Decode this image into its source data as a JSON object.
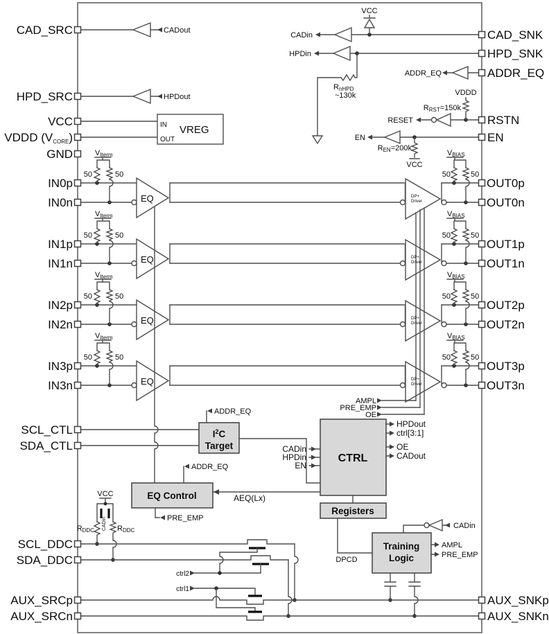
{
  "pins": {
    "cad_src": "CAD_SRC",
    "hpd_src": "HPD_SRC",
    "vcc": "VCC",
    "vddd_pre": "VDDD (V",
    "vddd_sub": "CORE",
    "vddd_post": ")",
    "gnd": "GND",
    "scl_ctl": "SCL_CTL",
    "sda_ctl": "SDA_CTL",
    "scl_ddc": "SCL_DDC",
    "sda_ddc": "SDA_DDC",
    "aux_srcp": "AUX_SRCp",
    "aux_srcn": "AUX_SRCn",
    "cad_snk": "CAD_SNK",
    "hpd_snk": "HPD_SNK",
    "addr_eq": "ADDR_EQ",
    "rstn": "RSTN",
    "en": "EN",
    "aux_snkp": "AUX_SNKp",
    "aux_snkn": "AUX_SNKn"
  },
  "lanes": [
    {
      "inp": "IN0p",
      "inn": "IN0n",
      "outp": "OUT0p",
      "outn": "OUT0n"
    },
    {
      "inp": "IN1p",
      "inn": "IN1n",
      "outp": "OUT1p",
      "outn": "OUT1n"
    },
    {
      "inp": "IN2p",
      "inn": "IN2n",
      "outp": "OUT2p",
      "outn": "OUT2n"
    },
    {
      "inp": "IN3p",
      "inn": "IN3n",
      "outp": "OUT3p",
      "outn": "OUT3n"
    }
  ],
  "blocks": {
    "vreg": "VREG",
    "vreg_in": "IN",
    "vreg_out": "OUT",
    "i2c_i": "I",
    "i2c_sup": "2",
    "i2c_c": "C",
    "i2c_target": "Target",
    "eq_control": "EQ Control",
    "ctrl": "CTRL",
    "registers": "Registers",
    "training_1": "Training",
    "training_2": "Logic",
    "eq": "EQ",
    "drv_1": "DP+",
    "drv_2": "Driver"
  },
  "signals": {
    "cadout": "CADout",
    "hpdout": "HPDout",
    "cadin": "CADin",
    "hpdin": "HPDin",
    "addr_eq": "ADDR_EQ",
    "reset": "RESET",
    "en": "EN",
    "ampl": "AMPL",
    "pre_emp": "PRE_EMP",
    "oe": "OE",
    "ctrl31": "ctrl[3:1]",
    "aeq": "AEQ(Lx)",
    "dpcd": "DPCD",
    "ctrl1": "ctrl1",
    "ctrl2": "ctrl2"
  },
  "rails": {
    "vcc": "VCC",
    "vddd": "VDDD",
    "v": "V",
    "bias": "BIAS",
    "iterm": "Iterm"
  },
  "resistors": {
    "fifty": "50",
    "r": "R",
    "nhpd": "nHPD",
    "nhpd_val": "~130k",
    "rst": "RST",
    "rst_val": "=150k",
    "en": "EN",
    "en_val": "=200k",
    "ddc": "DDC"
  },
  "colors": {
    "block_fill": "#d8d8d8",
    "wire": "#4d4d4d",
    "text": "#0c0c0c"
  }
}
